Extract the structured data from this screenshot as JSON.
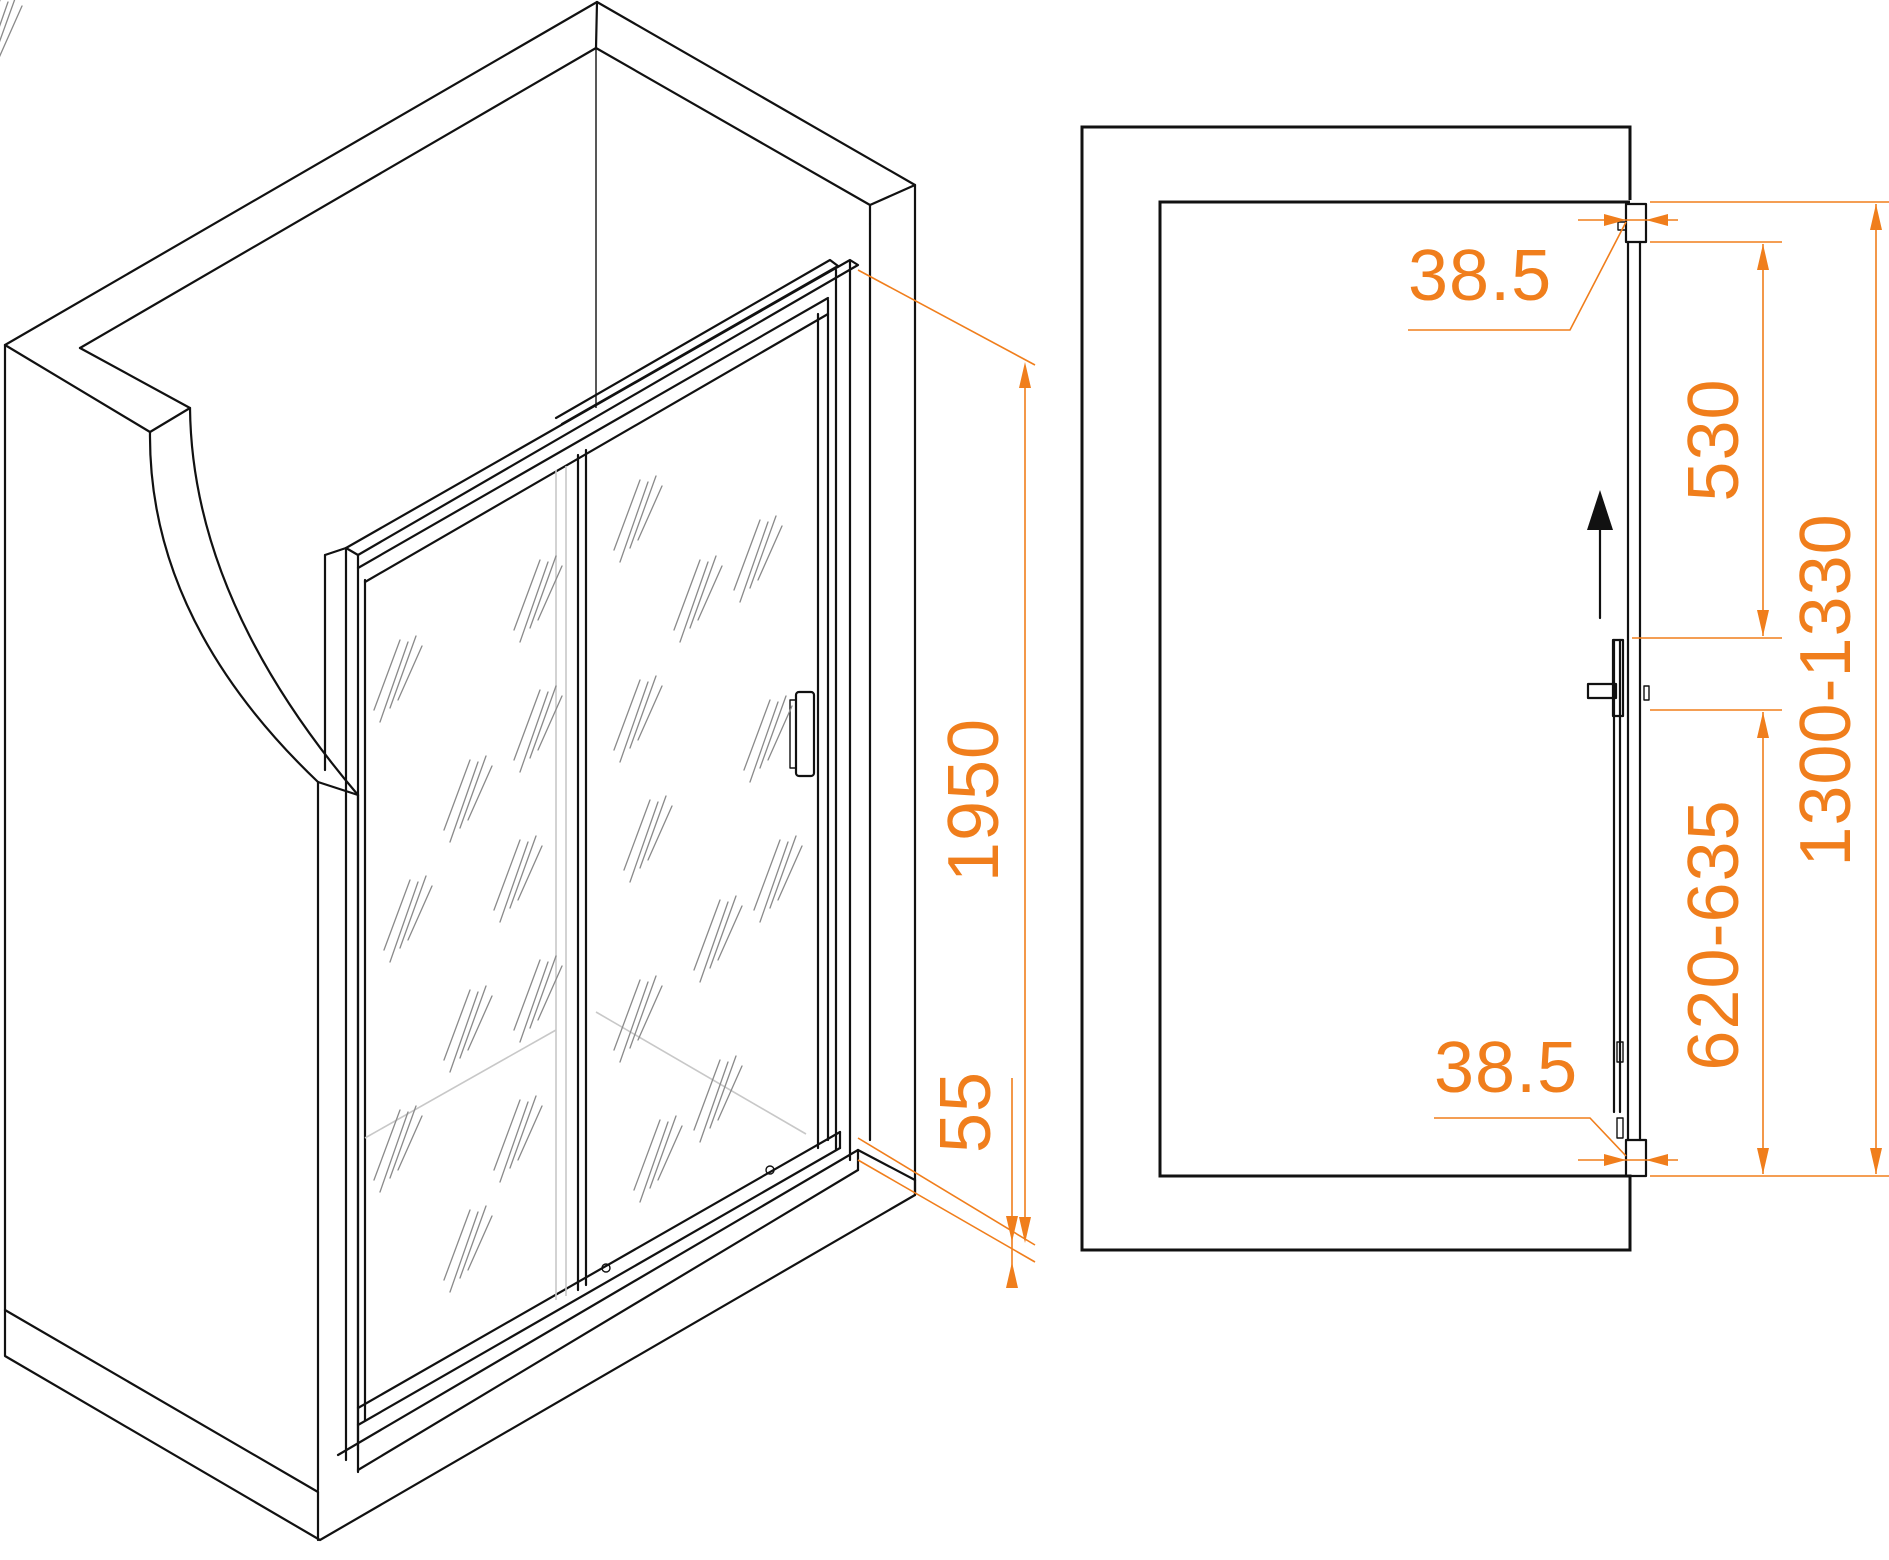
{
  "dimensions": {
    "door_height": "1950",
    "tray_height": "55",
    "profile_top": "38.5",
    "profile_bottom": "38.5",
    "opening_width": "530",
    "panel_width": "620-635",
    "total_width": "1300-1330"
  },
  "colors": {
    "line": "#111111",
    "dimension": "#f07e1c",
    "glass_streak": "#8a8a8a",
    "hidden_line": "#c8c8c8",
    "background": "#ffffff"
  },
  "icons": {
    "arrow": "arrow-up-icon"
  }
}
